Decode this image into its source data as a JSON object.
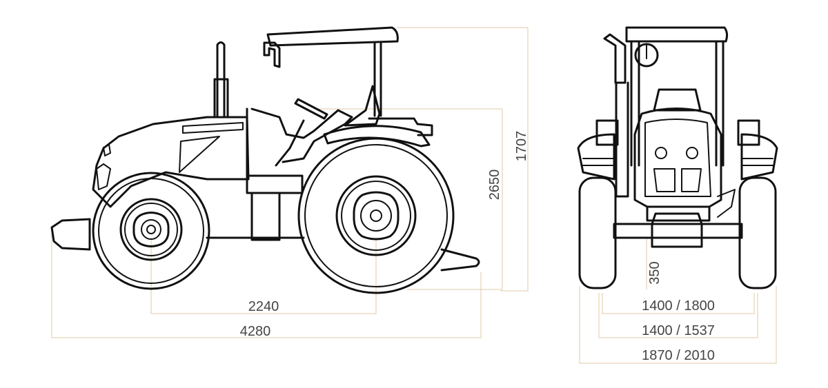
{
  "colors": {
    "outline": "#111111",
    "dimension_line": "#e2c9a6",
    "dimension_text": "#444444",
    "background": "#ffffff"
  },
  "side_view": {
    "wheelbase": "2240",
    "overall_length": "4280",
    "height_to_steering": "2650",
    "height_to_canopy": "1707"
  },
  "front_view": {
    "ground_clearance": "350",
    "rear_track": "1400 / 1800",
    "front_track": "1400 / 1537",
    "overall_width": "1870 / 2010"
  }
}
